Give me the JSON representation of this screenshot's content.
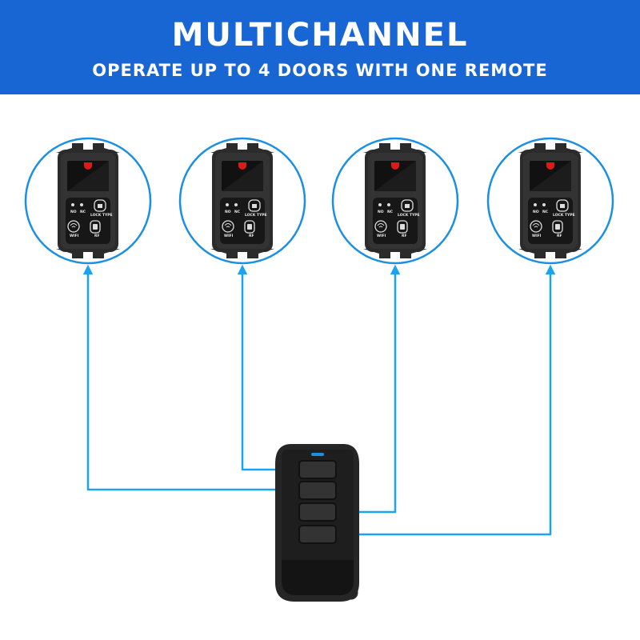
{
  "header": {
    "title": "MULTICHANNEL",
    "subtitle": "OPERATE UP TO 4 DOORS WITH ONE REMOTE"
  },
  "receiver_labels": {
    "no": "NO",
    "nc": "NC",
    "lock_type": "LOCK TYPE",
    "wifi": "WIFI",
    "rf": "RF"
  },
  "receivers": [
    {
      "name": "receiver-1"
    },
    {
      "name": "receiver-2"
    },
    {
      "name": "receiver-3"
    },
    {
      "name": "receiver-4"
    }
  ],
  "remote": {
    "button_count": 4
  },
  "colors": {
    "banner": "#1766d3",
    "circle_outline": "#1a8fe3",
    "connector": "#1aa3f0",
    "device_body": "#2b2b2b",
    "indicator_red": "#e01818",
    "remote_led": "#1a8fe3"
  }
}
